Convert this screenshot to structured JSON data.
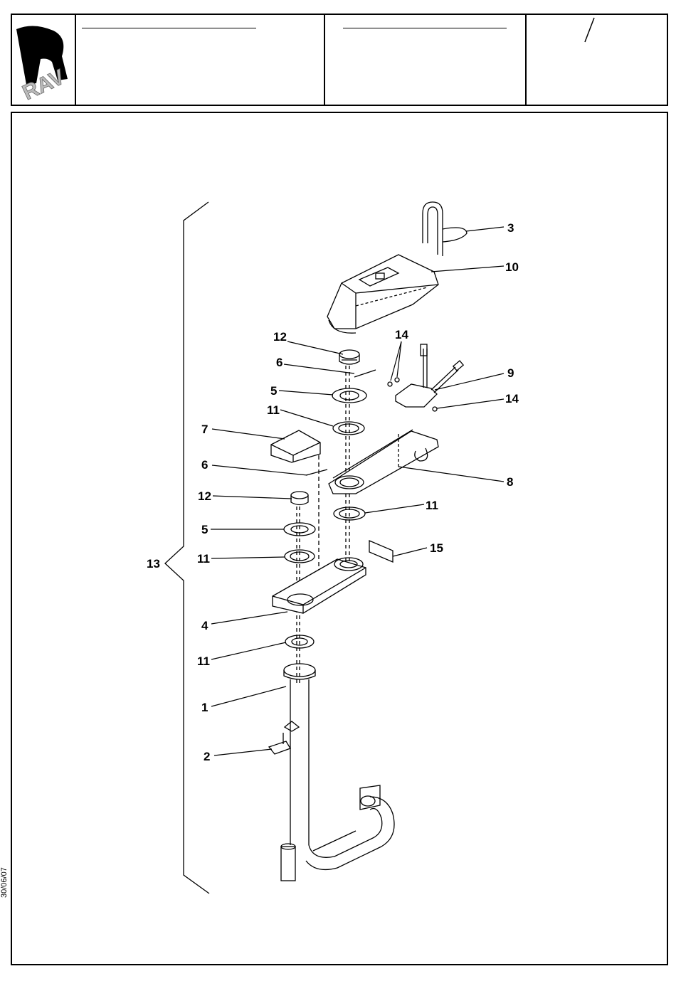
{
  "header": {
    "logo_text": "RAV",
    "cell2_line": "",
    "cell3_line": "",
    "page_mark": "/"
  },
  "footer": {
    "date": "30/06/07"
  },
  "parts": [
    {
      "id": "3",
      "label": "3"
    },
    {
      "id": "10",
      "label": "10"
    },
    {
      "id": "12a",
      "label": "12"
    },
    {
      "id": "14a",
      "label": "14"
    },
    {
      "id": "6a",
      "label": "6"
    },
    {
      "id": "9",
      "label": "9"
    },
    {
      "id": "5a",
      "label": "5"
    },
    {
      "id": "14b",
      "label": "14"
    },
    {
      "id": "11a",
      "label": "11"
    },
    {
      "id": "7",
      "label": "7"
    },
    {
      "id": "6b",
      "label": "6"
    },
    {
      "id": "8",
      "label": "8"
    },
    {
      "id": "12b",
      "label": "12"
    },
    {
      "id": "11b",
      "label": "11"
    },
    {
      "id": "5b",
      "label": "5"
    },
    {
      "id": "15",
      "label": "15"
    },
    {
      "id": "13",
      "label": "13"
    },
    {
      "id": "11c",
      "label": "11"
    },
    {
      "id": "4",
      "label": "4"
    },
    {
      "id": "11d",
      "label": "11"
    },
    {
      "id": "1",
      "label": "1"
    },
    {
      "id": "2",
      "label": "2"
    }
  ]
}
